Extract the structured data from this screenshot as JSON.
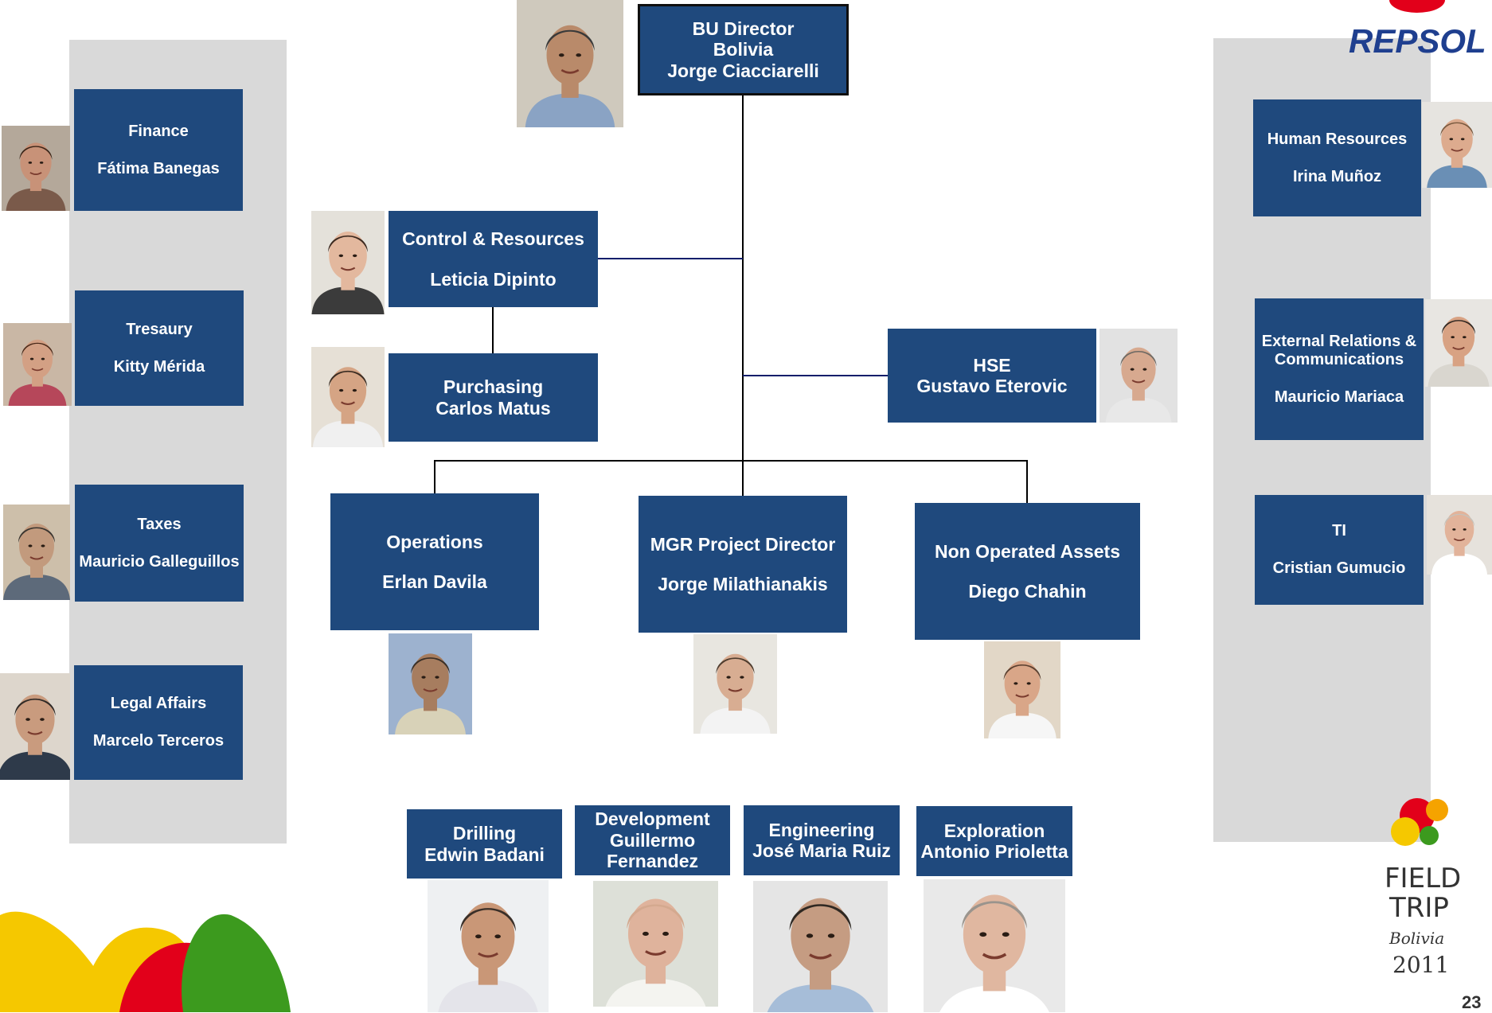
{
  "colors": {
    "box": "#1f497d",
    "panel": "#d9d9d9",
    "connector": "#000000",
    "brand_red": "#e2001a"
  },
  "logo": {
    "text": "REPSOL"
  },
  "director": {
    "l1": "BU Director",
    "l2": "Bolivia",
    "l3": "Jorge Ciacciarelli"
  },
  "left_panel": [
    {
      "title": "Finance",
      "name": "Fátima Banegas"
    },
    {
      "title": "Tresaury",
      "name": "Kitty Mérida"
    },
    {
      "title": "Taxes",
      "name": "Mauricio Galleguillos"
    },
    {
      "title": "Legal Affairs",
      "name": "Marcelo Terceros"
    }
  ],
  "right_panel": [
    {
      "title": "Human Resources",
      "name": "Irina Muñoz"
    },
    {
      "title1": "External Relations &",
      "title2": "Communications",
      "name": "Mauricio Mariaca"
    },
    {
      "title": "TI",
      "name": "Cristian Gumucio"
    }
  ],
  "control": {
    "title": "Control  & Resources",
    "name": "Leticia Dipinto"
  },
  "purchasing": {
    "title": "Purchasing",
    "name": "Carlos Matus"
  },
  "hse": {
    "title": "HSE",
    "name": "Gustavo Eterovic"
  },
  "operations": {
    "title": "Operations",
    "name": "Erlan Davila"
  },
  "mgr": {
    "title": "MGR Project Director",
    "name": "Jorge Milathianakis"
  },
  "non_operated": {
    "title": "Non Operated Assets",
    "name": "Diego Chahin"
  },
  "bottom_row": [
    {
      "title": "Drilling",
      "name": "Edwin Badani"
    },
    {
      "title": "Development",
      "name1": "Guillermo",
      "name2": "Fernandez"
    },
    {
      "title": "Engineering",
      "name": "José Maria Ruiz"
    },
    {
      "title": "Exploration",
      "name": "Antonio Prioletta"
    }
  ],
  "field_trip": {
    "l1": "FIELD",
    "l2": "TRIP",
    "l3": "Bolivia",
    "l4": "2011"
  },
  "page_number": "23"
}
